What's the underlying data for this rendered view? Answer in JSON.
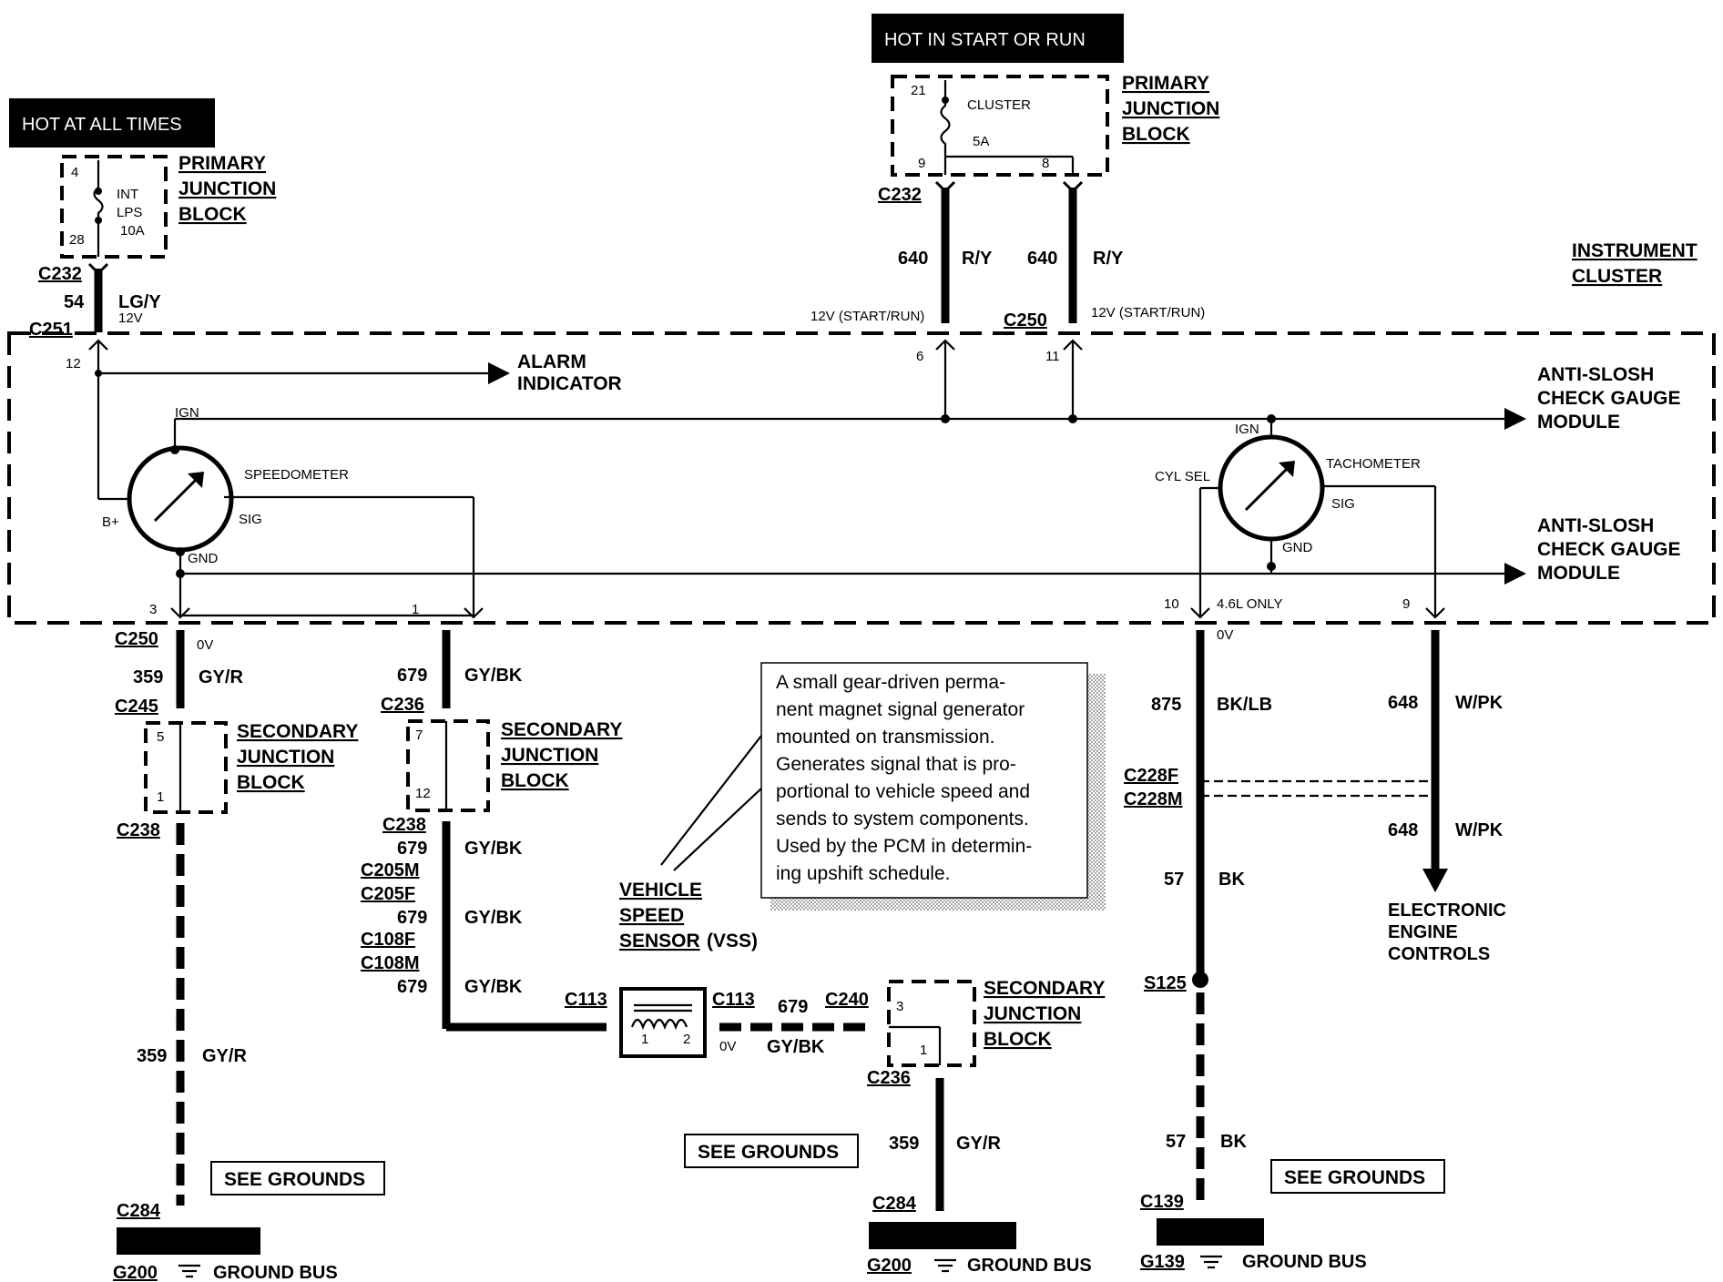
{
  "hot_labels": {
    "left": "HOT AT ALL TIMES",
    "top": "HOT IN START OR RUN"
  },
  "junction_blocks": {
    "primary_label_l1": "PRIMARY",
    "primary_label_l2": "JUNCTION",
    "primary_label_l3": "BLOCK",
    "secondary_label_l1": "SECONDARY",
    "secondary_label_l2": "JUNCTION",
    "secondary_label_l3": "BLOCK"
  },
  "fuse_left": {
    "pin_top": "4",
    "pin_bottom": "28",
    "line1": "INT",
    "line2": "LPS",
    "line3": "10A"
  },
  "fuse_top": {
    "pin_top": "21",
    "name": "CLUSTER",
    "rating": "5A",
    "pin_left": "9",
    "pin_right": "8"
  },
  "instrument_cluster": {
    "l1": "INSTRUMENT",
    "l2": "CLUSTER"
  },
  "connectors": {
    "c232": "C232",
    "c251": "C251",
    "c250": "C250",
    "c245": "C245",
    "c236": "C236",
    "c238": "C238",
    "c205m": "C205M",
    "c205f": "C205F",
    "c108f": "C108F",
    "c108m": "C108M",
    "c113": "C113",
    "c240": "C240",
    "c284": "C284",
    "c228f": "C228F",
    "c228m": "C228M",
    "c139": "C139",
    "s125": "S125",
    "g200": "G200",
    "g139": "G139"
  },
  "wires": {
    "w54": "54",
    "lgy": "LG/Y",
    "v12": "12V",
    "w640": "640",
    "ry": "R/Y",
    "v12sr": "12V (START/RUN)",
    "w359": "359",
    "gyr": "GY/R",
    "w679": "679",
    "gybk": "GY/BK",
    "w875": "875",
    "bklb": "BK/LB",
    "w648": "648",
    "wpk": "W/PK",
    "w57": "57",
    "bk": "BK",
    "v0": "0V"
  },
  "pins": {
    "p12": "12",
    "p6": "6",
    "p11": "11",
    "p3": "3",
    "p1": "1",
    "p10": "10",
    "p9": "9",
    "p5": "5",
    "p7": "7",
    "p2": "2",
    "p4_6l": "4.6L ONLY"
  },
  "cluster_internal": {
    "alarm_l1": "ALARM",
    "alarm_l2": "INDICATOR",
    "ign": "IGN",
    "speedometer": "SPEEDOMETER",
    "bplus": "B+",
    "sig": "SIG",
    "gnd": "GND",
    "tachometer": "TACHOMETER",
    "cylsel": "CYL SEL",
    "antislosh_l1": "ANTI-SLOSH",
    "antislosh_l2": "CHECK GAUGE",
    "antislosh_l3": "MODULE"
  },
  "vss": {
    "l1": "VEHICLE",
    "l2": "SPEED",
    "l3": "SENSOR",
    "abbr": "(VSS)"
  },
  "note_lines": [
    "A small gear-driven perma-",
    "nent magnet signal generator",
    "mounted on transmission.",
    "Generates signal that is pro-",
    "portional to vehicle speed and",
    "sends to system components.",
    "Used by the PCM in determin-",
    "ing upshift schedule."
  ],
  "eec": {
    "l1": "ELECTRONIC",
    "l2": "ENGINE",
    "l3": "CONTROLS"
  },
  "see_grounds": "SEE GROUNDS",
  "ground_bus": "GROUND BUS"
}
